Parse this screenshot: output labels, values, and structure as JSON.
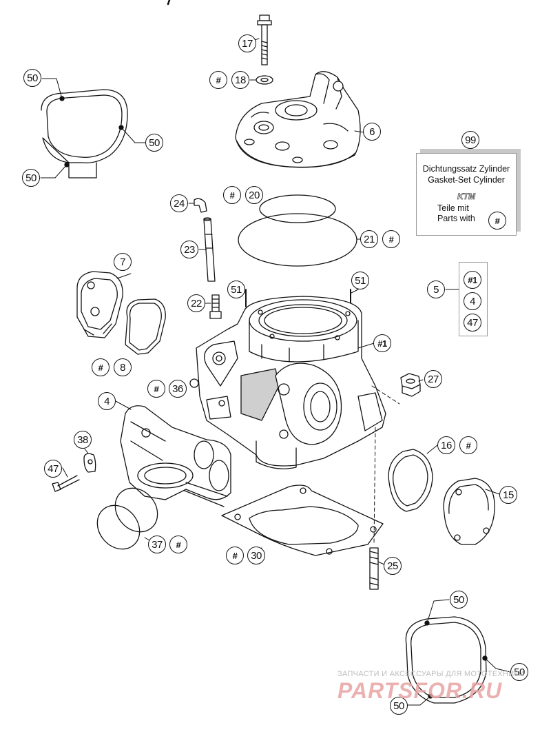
{
  "callouts": {
    "c17": "17",
    "c18": "18",
    "c18_hash": "#",
    "c6": "6",
    "c50a": "50",
    "c50b": "50",
    "c50c": "50",
    "c99": "99",
    "c24": "24",
    "c20": "20",
    "c20_hash": "#",
    "c23": "23",
    "c21": "21",
    "c21_hash": "#",
    "c7": "7",
    "c51a": "51",
    "c51b": "51",
    "c5": "5",
    "c22": "22",
    "c1": "#1",
    "c8": "8",
    "c8_hash": "#",
    "c36": "36",
    "c36_hash": "#",
    "c27": "27",
    "c4": "4",
    "c38": "38",
    "c16": "16",
    "c16_hash": "#",
    "c47": "47",
    "c15": "15",
    "c37": "37",
    "c37_hash": "#",
    "c30": "30",
    "c30_hash": "#",
    "c25": "25",
    "c50d": "50",
    "c50e": "50",
    "c50f": "50"
  },
  "kit": {
    "line1": "Dichtungssatz Zylinder",
    "line2": "Gasket-Set Cylinder",
    "logo": "KTM",
    "line3": "Teile mit",
    "line4": "Parts with",
    "hash": "#"
  },
  "set5": {
    "item1": "#1",
    "item2": "4",
    "item3": "47"
  },
  "watermark": {
    "top": "ЗАПЧАСТИ И АКСЕССУАРЫ ДЛЯ МОТОТЕХНИКИ",
    "logo": "PARTSFOR.RU"
  },
  "colors": {
    "line": "#111111",
    "fill": "#ffffff",
    "shade": "#cfcfcf",
    "watermark": "#e8a4a4"
  }
}
